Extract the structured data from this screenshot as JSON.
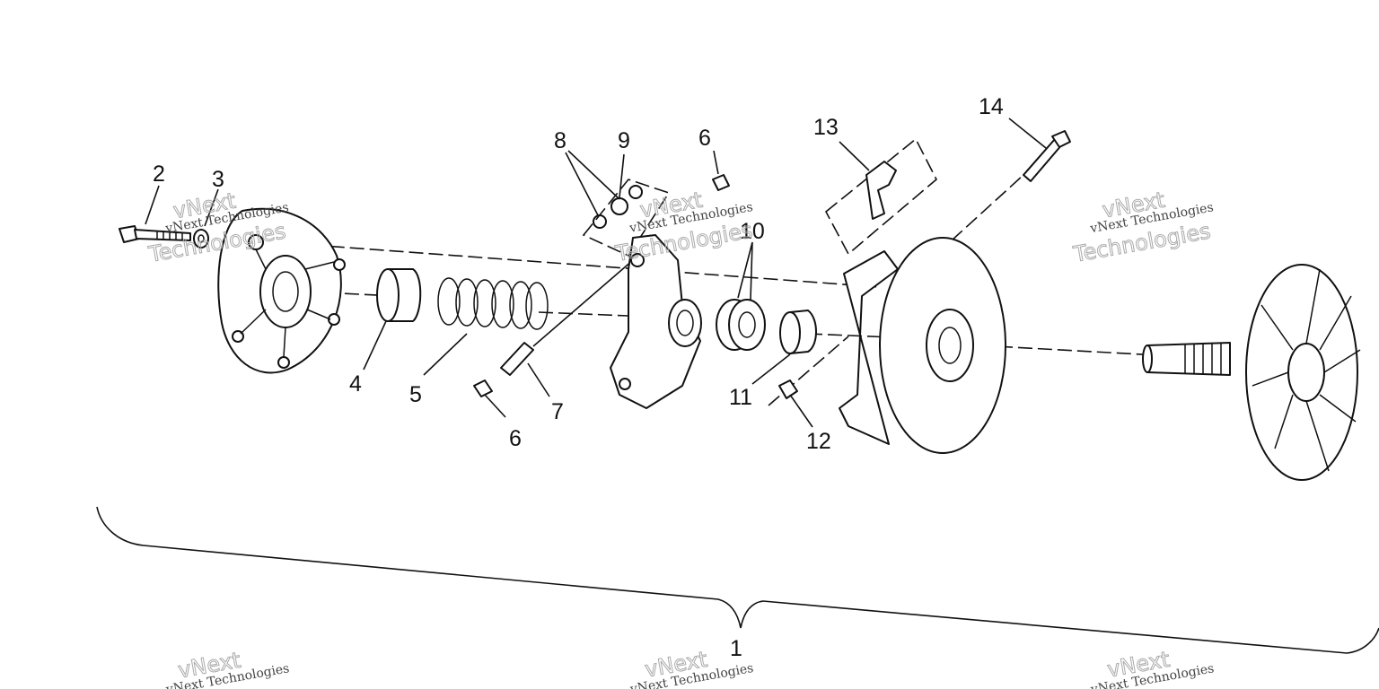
{
  "callouts": {
    "c1": "1",
    "c2": "2",
    "c3": "3",
    "c4": "4",
    "c5": "5",
    "c6a": "6",
    "c6b": "6",
    "c7": "7",
    "c8": "8",
    "c9": "9",
    "c10": "10",
    "c11": "11",
    "c12": "12",
    "c13": "13",
    "c14": "14"
  },
  "watermark": {
    "logo": "vNext",
    "company": "vNext Technologies",
    "sub": "Technologies"
  }
}
